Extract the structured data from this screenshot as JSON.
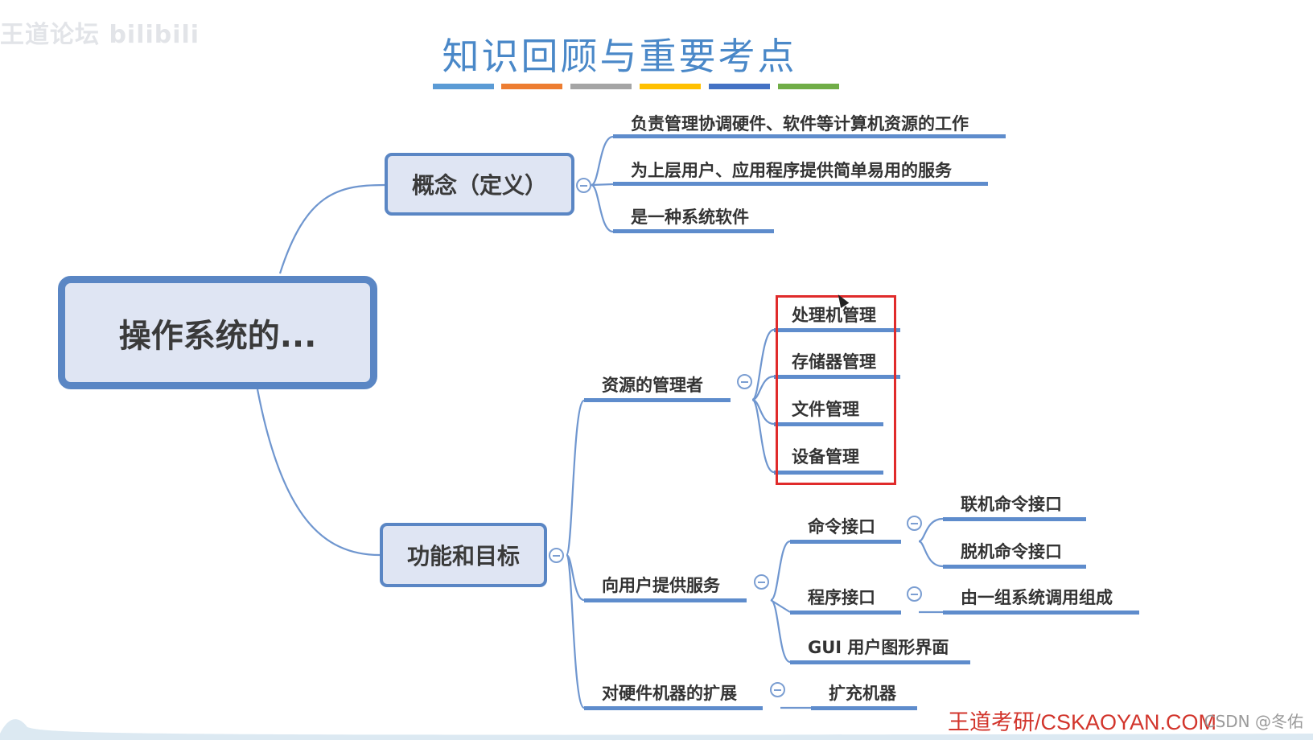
{
  "watermark": "王道论坛 bilibili",
  "title": "知识回顾与重要考点",
  "title_color": "#4a88c8",
  "underline_colors": [
    "#5b9bd5",
    "#ed7d31",
    "#a5a5a5",
    "#ffc000",
    "#4472c4",
    "#70ad47"
  ],
  "root": {
    "label": "操作系统的..."
  },
  "concept": {
    "label": "概念（定义）",
    "children": [
      "负责管理协调硬件、软件等计算机资源的工作",
      "为上层用户、应用程序提供简单易用的服务",
      "是一种系统软件"
    ]
  },
  "function": {
    "label": "功能和目标",
    "resource_manager": {
      "label": "资源的管理者",
      "children": [
        "处理机管理",
        "存储器管理",
        "文件管理",
        "设备管理"
      ]
    },
    "user_service": {
      "label": "向用户提供服务",
      "command_interface": {
        "label": "命令接口",
        "children": [
          "联机命令接口",
          "脱机命令接口"
        ]
      },
      "program_interface": {
        "label": "程序接口",
        "children": [
          "由一组系统调用组成"
        ]
      },
      "gui": {
        "label": "GUI 用户图形界面"
      }
    },
    "hardware_extension": {
      "label": "对硬件机器的扩展",
      "children": [
        "扩充机器"
      ]
    }
  },
  "footer": {
    "brand": "王道考研/CSKAOYAN.COM",
    "csdn": "CSDN @冬佑"
  },
  "colors": {
    "node_border": "#5a86c4",
    "node_fill": "#dfe5f3",
    "highlight": "#e02b2b",
    "brand": "#d2352c"
  }
}
